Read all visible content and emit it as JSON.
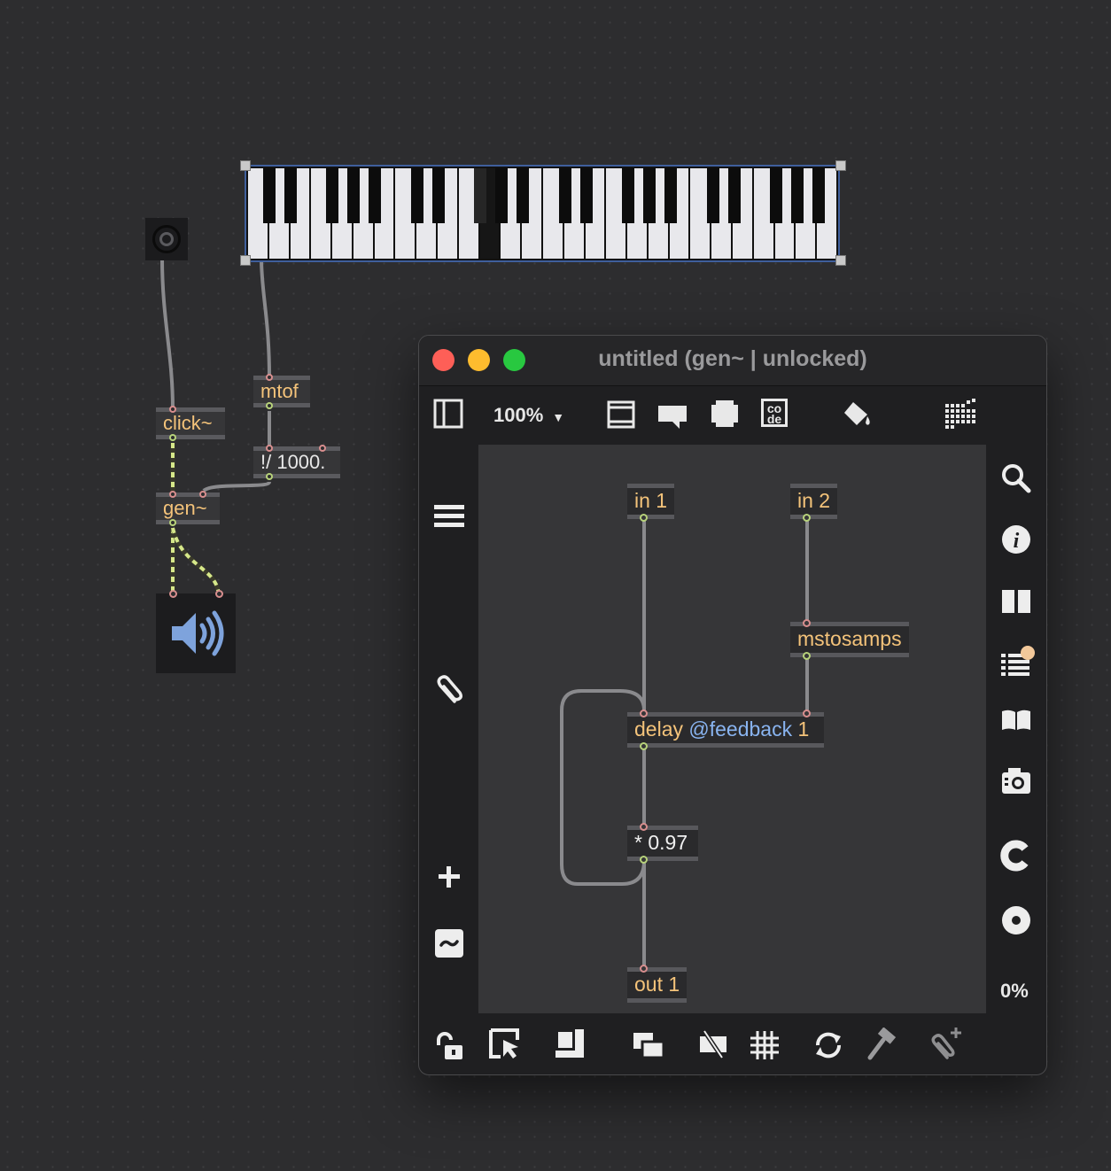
{
  "patcher": {
    "objects": {
      "click": "click~",
      "mtof": "mtof",
      "divide": "!/ 1000.",
      "gen": "gen~"
    }
  },
  "gen_window": {
    "title": "untitled (gen~ | unlocked)",
    "zoom": "100%",
    "cpu_percent": "0%",
    "objects": {
      "in1": "in 1",
      "in2": "in 2",
      "mstosamps": "mstosamps",
      "delay_name": "delay",
      "delay_attr": "@feedback",
      "delay_value": "1",
      "multiply": "* 0.97",
      "out1": "out 1"
    },
    "toolbar_icons": [
      "sidebar-toggle-icon",
      "presentation-icon",
      "comment-icon",
      "fullscreen-icon",
      "code-icon",
      "paint-bucket-icon",
      "grid-icon"
    ],
    "code_icon_text": "co de",
    "left_icons": [
      "menu-icon",
      "paperclip-icon",
      "add-icon",
      "signal-icon"
    ],
    "right_icons": [
      "search-icon",
      "info-icon",
      "layout-icon",
      "list-icon",
      "book-icon",
      "snapshot-icon",
      "c-icon",
      "record-icon"
    ],
    "bottom_icons": [
      "lock-icon",
      "select-icon",
      "present-icon",
      "window-icon",
      "hide-icon",
      "grid-icon",
      "refresh-icon",
      "hammer-icon",
      "attach-icon"
    ],
    "colors": {
      "close": "#fe5f57",
      "minimize": "#febc2e",
      "maximize": "#28c840",
      "object_text": "#f4c37a",
      "attribute_text": "#89b4f0"
    }
  }
}
